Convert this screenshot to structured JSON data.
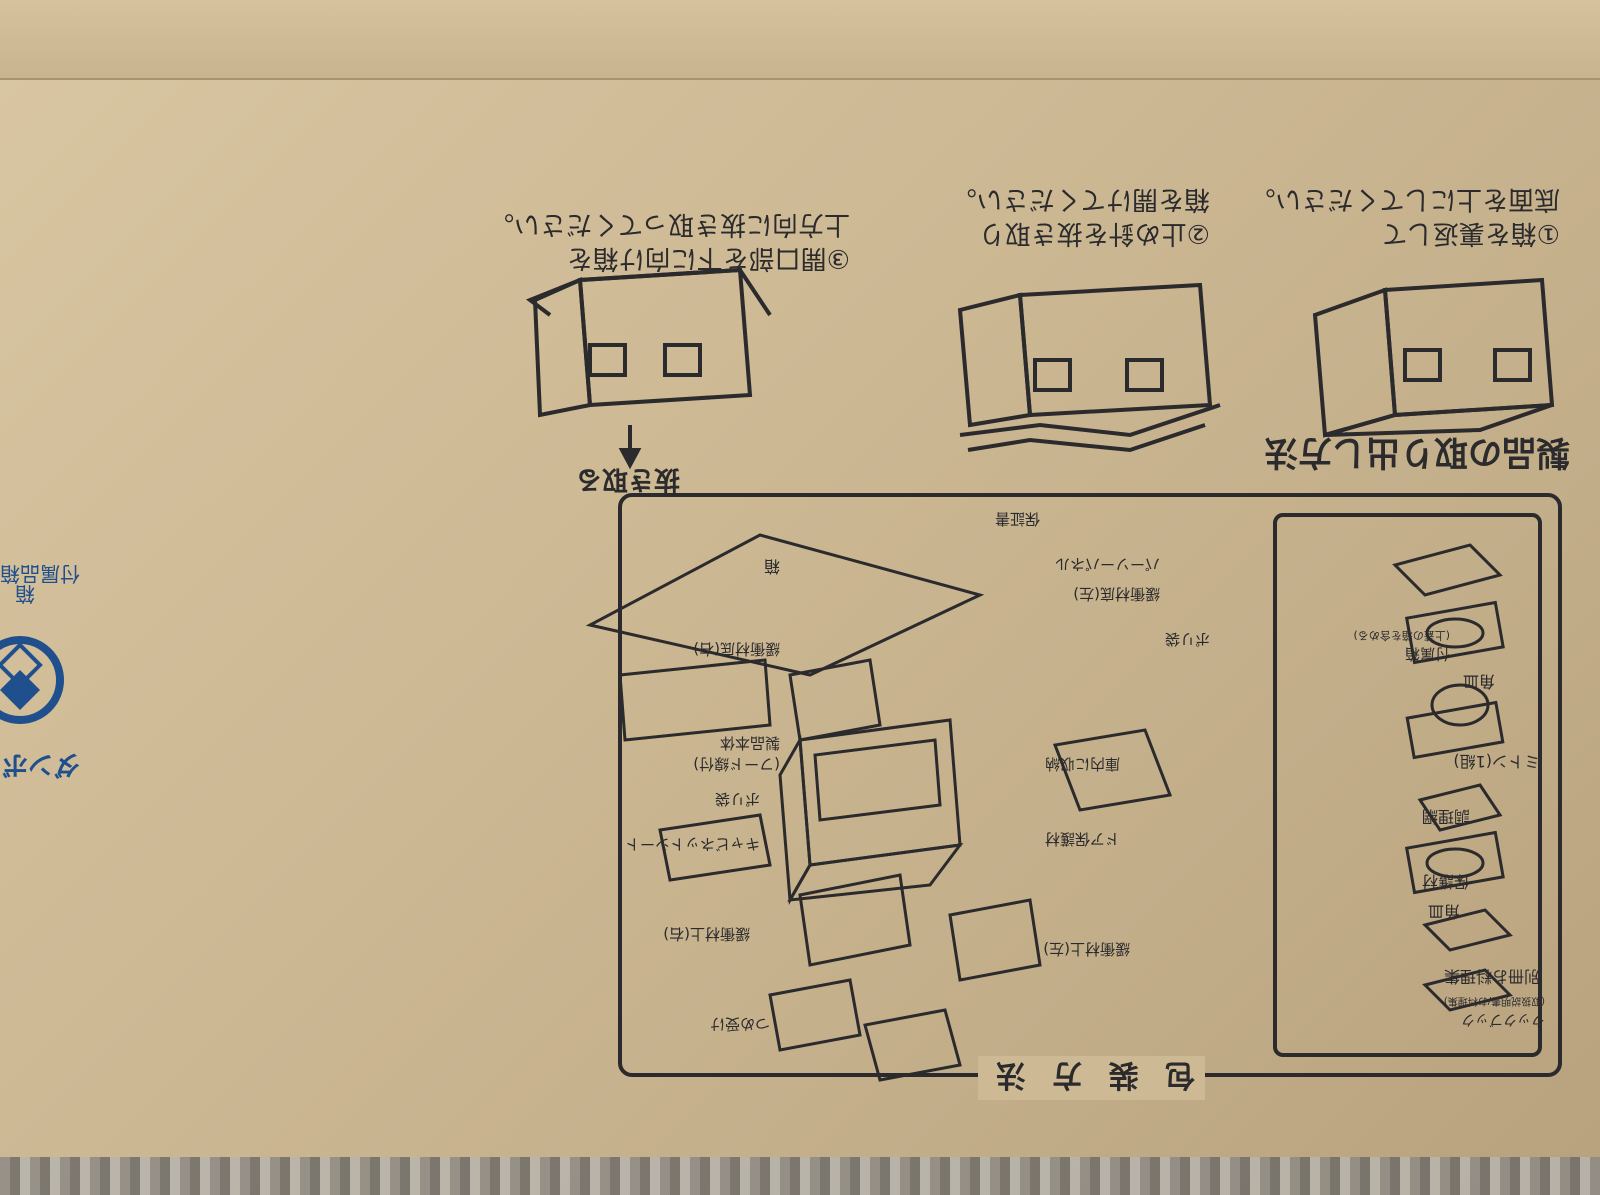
{
  "section_title": "製品の取り出し方法",
  "steps": [
    {
      "num": "①",
      "line1": "箱を裏返して",
      "line2": "底面を上にしてください。"
    },
    {
      "num": "②",
      "line1": "止め針を抜き取り",
      "line2": "箱を開けてください。"
    },
    {
      "num": "③",
      "line1": "開口部を下に向け箱を",
      "line2": "上方向に抜き取ってください。"
    }
  ],
  "pull_out_label": "抜き取る",
  "packing_section_title": "包 装 方 法",
  "accessory_box": {
    "label": "付属箱",
    "sublabel": "(上蓋の箱を含める)",
    "items": [
      "角皿",
      "ミトン(1組)",
      "調理網",
      "保護材",
      "角皿",
      "別冊お料理集",
      "クックブック"
    ],
    "cookbook_sub": "(取扱説明書/お料理集)"
  },
  "diagram_labels": {
    "box": "箱",
    "warranty": "保証書",
    "panel": "パーソーパネル",
    "cushion_bottom_right": "緩衝材底(右)",
    "cushion_bottom_left": "緩衝材底(左)",
    "poly_bag": "ポリ袋",
    "inside_storage": "庫内に収納",
    "main_unit": "製品本体",
    "hose_note": "(フード線付)",
    "poly_bag_2": "ポリ袋",
    "cabinet_sheet": "キャビネットシート",
    "door_protector": "ドア保護材",
    "cushion_top_right": "緩衝材上(右)",
    "cushion_top_left": "緩衝材上(左)",
    "claw_receiver": "つめ受け"
  },
  "brand": {
    "name": "ダンボール",
    "box_label": "箱",
    "accessory_label": "付属品箱"
  }
}
